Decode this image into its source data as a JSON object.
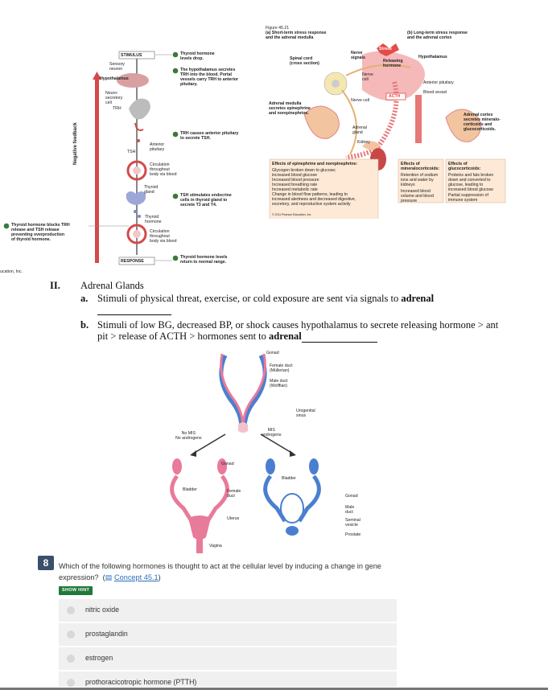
{
  "thyroid_figure": {
    "stimulus": "STIMULUS",
    "response": "RESPONSE",
    "step1": "Thyroid hormone\nlevels drop.",
    "sensory_neuron": "Sensory\nneuron",
    "hypothalamus": "Hypothalamus",
    "neurosecretory": "Neuro-\nsecretory\ncell",
    "trh": "TRH",
    "step2": "The hypothalamus secretes\nTRH into the blood. Portal\nvessels carry TRH to anterior\npituitary.",
    "step3": "TRH causes anterior pituitary\nto secrete TSH.",
    "tsh": "TSH",
    "anterior_pituitary": "Anterior\npituitary",
    "circulation1": "Circulation\nthroughout\nbody via blood",
    "thyroid_gland": "Thyroid\ngland",
    "step4": "TSH stimulates endocrine\ncells in thyroid gland to\nsecrete T3 and T4.",
    "thyroid_hormone": "Thyroid\nhormone",
    "circulation2": "Circulation\nthroughout\nbody via blood",
    "step5": "Thyroid hormone levels\nreturn to normal range.",
    "step6": "Thyroid hormone blocks TRH\nrelease and TSH release\npreventing overproduction\nof thyroid hormone.",
    "negative_feedback": "Negative feedback",
    "publisher_crop": "ucation, Inc."
  },
  "adrenal_figure": {
    "figure_no": "Figure 45.21",
    "title_a": "(a) Short-term stress response\nand the adrenal medulla",
    "title_b": "(b) Long-term stress response\nand the adrenal cortex",
    "stress": "Stress",
    "nerve_signals": "Nerve\nsignals",
    "releasing_hormone": "Releasing\nhormone",
    "hypothalamus": "Hypothalamus",
    "spinal_cord": "Spinal cord\n(cross section)",
    "nerve_cell1": "Nerve\ncell",
    "nerve_cell2": "Nerve cell",
    "acth": "ACTH",
    "anterior_pituitary": "Anterior pituitary",
    "blood_vessel": "Blood vessel",
    "adrenal_medulla": "Adrenal medulla\nsecretes epinephrine\nand norepinephrine.",
    "adrenal_gland": "Adrenal\ngland",
    "kidney": "Kidney",
    "adrenal_cortex": "Adrenal cortex\nsecretes mineralo-\ncorticoids and\nglucocorticoids.",
    "effects_epi_title": "Effects of epinephrine and norepinephrine:",
    "effects_epi": [
      "Glycogen broken down to glucose;\nincreased blood glucose",
      "Increased blood pressure",
      "Increased breathing rate",
      "Increased metabolic rate",
      "Change in blood flow patterns, leading to\nincreased alertness and decreased digestive,\nexcretory, and reproductive system activity"
    ],
    "effects_min_title": "Effects of\nmineralocorticoids:",
    "effects_min": [
      "Retention of sodium\nions and water by\nkidneys",
      "Increased blood\nvolume and blood\npressure"
    ],
    "effects_gluc_title": "Effects of\nglucocorticoids:",
    "effects_gluc": [
      "Proteins and fats broken\ndown and converted to\nglucose, leading to\nincreased blood glucose",
      "Partial suppression of\nimmune system"
    ],
    "copyright": "© 2011 Pearson Education, Inc."
  },
  "notes": {
    "numeral": "II.",
    "heading": "Adrenal Glands",
    "a_label": "a.",
    "a_text": "Stimuli of physical threat, exercise, or cold exposure are sent via signals to",
    "a_bold": "adrenal",
    "b_label": "b.",
    "b_text1": "Stimuli of low BG, decreased BP, or shock causes hypothalamus to secrete releasing hormone > ant",
    "b_text2": "pit > release of ACTH > hormones sent to",
    "b_bold": "adrenal"
  },
  "repro_figure": {
    "gonad": "Gonad",
    "female_duct": "Female duct\n(Müllerian)",
    "male_duct_w": "Male duct\n(Wolffian)",
    "urogenital": "Urogenital\nsinus",
    "no_mis": "No MIS\nNo androgens",
    "mis": "MIS\nandrogens",
    "gonad_left": "Gonad",
    "bladder_left": "Bladder",
    "female_duct2": "Female\nduct",
    "uterus": "Uterus",
    "vagina": "Vagina",
    "bladder_right": "Bladder",
    "gonad_right": "Gonad",
    "male_duct2": "Male\nduct",
    "seminal": "Seminal\nvesicle",
    "prostate": "Prostate"
  },
  "quiz": {
    "number": "8",
    "question": "Which of the following hormones is thought to act at the cellular level by inducing a change in gene expression?",
    "concept": "Concept 45.1",
    "hint": "SHOW HINT",
    "options": [
      "nitric oxide",
      "prostaglandin",
      "estrogen",
      "prothoracicotropic hormone (PTTH)"
    ]
  }
}
